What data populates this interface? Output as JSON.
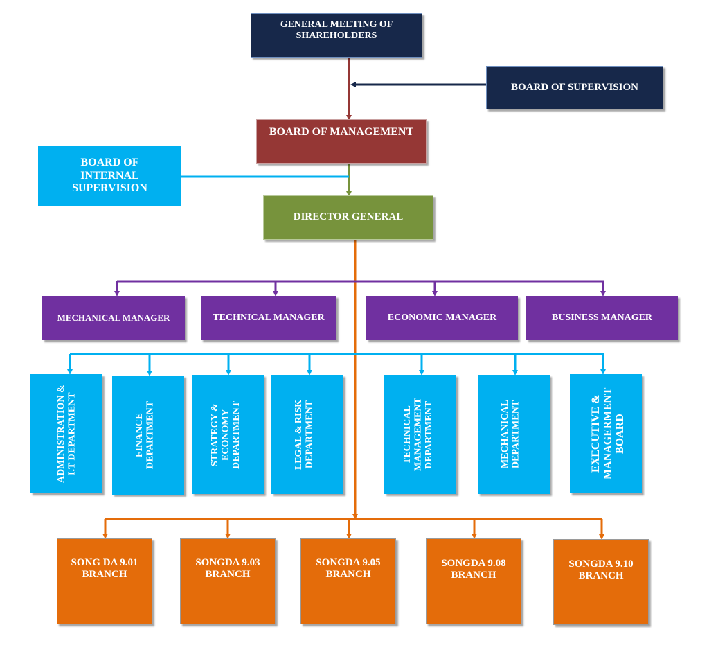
{
  "top": {
    "shareholders": "GENERAL MEETING OF SHAREHOLDERS",
    "supervision": "BOARD OF SUPERVISION",
    "management": "BOARD OF MANAGEMENT",
    "internal_supervision": "BOARD OF INTERNAL SUPERVISION",
    "director_general": "DIRECTOR GENERAL"
  },
  "managers": [
    "MECHANICAL MANAGER",
    "TECHNICAL MANAGER",
    "ECONOMIC MANAGER",
    "BUSINESS MANAGER"
  ],
  "departments": [
    "ADMINISTRATION & I.T DEPARTMENT",
    "FINANCE DEPARTMENT",
    "STRATEGY & ECONOMY DEPARTMENT",
    "LEGAL & RISK DEPARTMENT",
    "TECHNICAL MANAGEMENT DEPARTMENT",
    "MECHANICAL DEPARTMENT",
    "EXECUTIVE & MANAGERMENT BOARD"
  ],
  "branches": [
    "SONG DA 9.01 BRANCH",
    "SONGDA 9.03 BRANCH",
    "SONGDA 9.05 BRANCH",
    "SONGDA 9.08 BRANCH",
    "SONGDA 9.10 BRANCH"
  ],
  "colors": {
    "navy": "#17284a",
    "maroon": "#953735",
    "green": "#77933c",
    "cyan": "#00b0f0",
    "purple": "#7030a0",
    "orange": "#e46c0a"
  }
}
